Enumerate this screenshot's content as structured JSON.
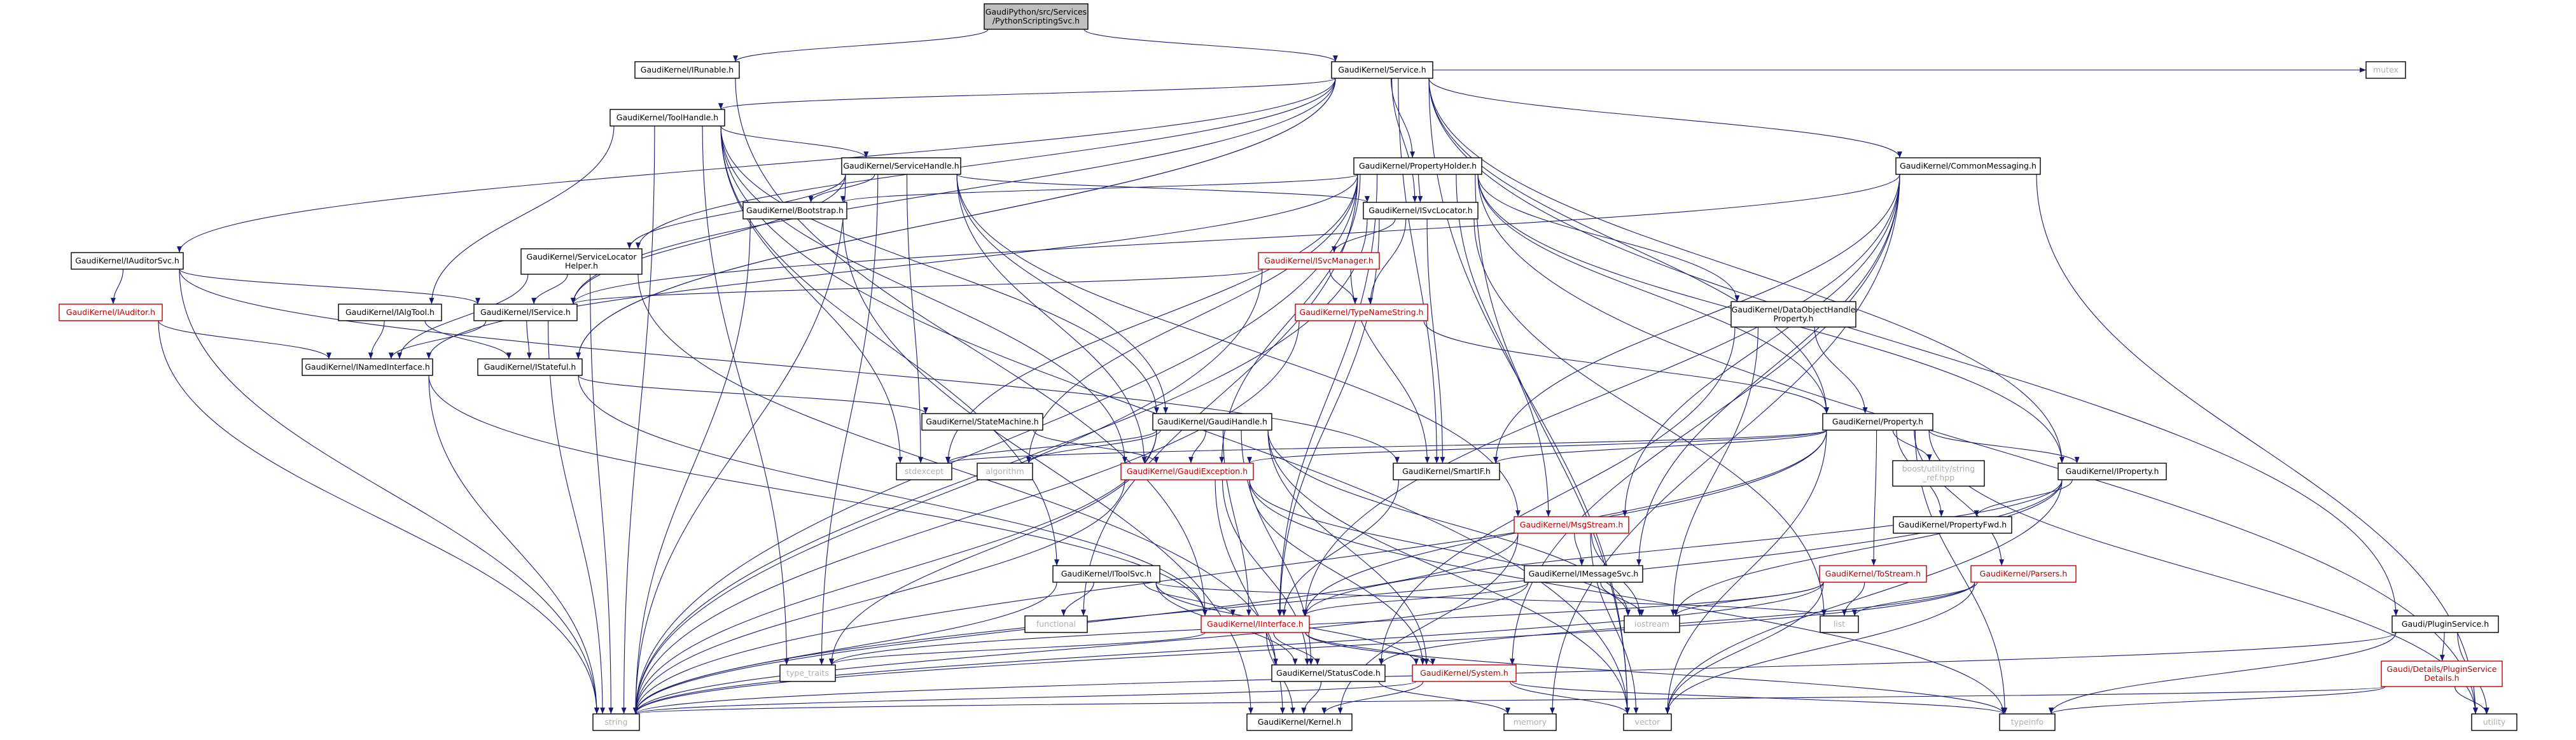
{
  "diagram": {
    "type": "include-dependency-graph",
    "colors": {
      "edge": "#191970",
      "node_fill": "#ffffff",
      "root_fill": "#bfbfbf",
      "border": "#000000",
      "partial_border": "#bf0000",
      "missing_border": "#d3d3d3",
      "missing_text": "#b0b0b0"
    },
    "nodes": [
      {
        "id": "root",
        "kind": "root",
        "lines": [
          "GaudiPython/src/Services",
          "/PythonScriptingSvc.h"
        ]
      },
      {
        "id": "irunable",
        "kind": "normal",
        "lines": [
          "GaudiKernel/IRunable.h"
        ]
      },
      {
        "id": "service",
        "kind": "normal",
        "lines": [
          "GaudiKernel/Service.h"
        ]
      },
      {
        "id": "mutex",
        "kind": "missing",
        "lines": [
          "mutex"
        ]
      },
      {
        "id": "toolhandle",
        "kind": "normal",
        "lines": [
          "GaudiKernel/ToolHandle.h"
        ]
      },
      {
        "id": "servicehandle",
        "kind": "normal",
        "lines": [
          "GaudiKernel/ServiceHandle.h"
        ]
      },
      {
        "id": "propertyholder",
        "kind": "normal",
        "lines": [
          "GaudiKernel/PropertyHolder.h"
        ]
      },
      {
        "id": "commonmessaging",
        "kind": "normal",
        "lines": [
          "GaudiKernel/CommonMessaging.h"
        ]
      },
      {
        "id": "bootstrap",
        "kind": "normal",
        "lines": [
          "GaudiKernel/Bootstrap.h"
        ]
      },
      {
        "id": "isvclocator",
        "kind": "normal",
        "lines": [
          "GaudiKernel/ISvcLocator.h"
        ]
      },
      {
        "id": "iauditorsvc",
        "kind": "normal",
        "lines": [
          "GaudiKernel/IAuditorSvc.h"
        ]
      },
      {
        "id": "servicelocatorhelper",
        "kind": "normal",
        "lines": [
          "GaudiKernel/ServiceLocator",
          "Helper.h"
        ]
      },
      {
        "id": "isvcmanager",
        "kind": "partial",
        "lines": [
          "GaudiKernel/ISvcManager.h"
        ]
      },
      {
        "id": "iauditor",
        "kind": "partial",
        "lines": [
          "GaudiKernel/IAuditor.h"
        ]
      },
      {
        "id": "ialgtool",
        "kind": "normal",
        "lines": [
          "GaudiKernel/IAlgTool.h"
        ]
      },
      {
        "id": "iservice",
        "kind": "normal",
        "lines": [
          "GaudiKernel/IService.h"
        ]
      },
      {
        "id": "typenamestring",
        "kind": "partial",
        "lines": [
          "GaudiKernel/TypeNameString.h"
        ]
      },
      {
        "id": "dataobjecthandleproperty",
        "kind": "normal",
        "lines": [
          "GaudiKernel/DataObjectHandle",
          "Property.h"
        ]
      },
      {
        "id": "inamedinterface",
        "kind": "normal",
        "lines": [
          "GaudiKernel/INamedInterface.h"
        ]
      },
      {
        "id": "istateful",
        "kind": "normal",
        "lines": [
          "GaudiKernel/IStateful.h"
        ]
      },
      {
        "id": "statemachine",
        "kind": "normal",
        "lines": [
          "GaudiKernel/StateMachine.h"
        ]
      },
      {
        "id": "gaudihandle",
        "kind": "normal",
        "lines": [
          "GaudiKernel/GaudiHandle.h"
        ]
      },
      {
        "id": "property",
        "kind": "normal",
        "lines": [
          "GaudiKernel/Property.h"
        ]
      },
      {
        "id": "stdexcept",
        "kind": "missing",
        "lines": [
          "stdexcept"
        ]
      },
      {
        "id": "algorithm",
        "kind": "missing",
        "lines": [
          "algorithm"
        ]
      },
      {
        "id": "gaudiexception",
        "kind": "partial",
        "lines": [
          "GaudiKernel/GaudiException.h"
        ]
      },
      {
        "id": "smartif",
        "kind": "normal",
        "lines": [
          "GaudiKernel/SmartIF.h"
        ]
      },
      {
        "id": "boostutility",
        "kind": "missing",
        "lines": [
          "boost/utility/string",
          "_ref.hpp"
        ]
      },
      {
        "id": "iproperty",
        "kind": "normal",
        "lines": [
          "GaudiKernel/IProperty.h"
        ]
      },
      {
        "id": "msgstream",
        "kind": "partial",
        "lines": [
          "GaudiKernel/MsgStream.h"
        ]
      },
      {
        "id": "propertyfwd",
        "kind": "normal",
        "lines": [
          "GaudiKernel/PropertyFwd.h"
        ]
      },
      {
        "id": "itoolsvc",
        "kind": "normal",
        "lines": [
          "GaudiKernel/IToolSvc.h"
        ]
      },
      {
        "id": "imessagesvc",
        "kind": "normal",
        "lines": [
          "GaudiKernel/IMessageSvc.h"
        ]
      },
      {
        "id": "tostream",
        "kind": "partial",
        "lines": [
          "GaudiKernel/ToStream.h"
        ]
      },
      {
        "id": "parsers",
        "kind": "partial",
        "lines": [
          "GaudiKernel/Parsers.h"
        ]
      },
      {
        "id": "functional",
        "kind": "missing",
        "lines": [
          "functional"
        ]
      },
      {
        "id": "iinterface",
        "kind": "partial",
        "lines": [
          "GaudiKernel/IInterface.h"
        ]
      },
      {
        "id": "iostream",
        "kind": "missing",
        "lines": [
          "iostream"
        ]
      },
      {
        "id": "list",
        "kind": "missing",
        "lines": [
          "list"
        ]
      },
      {
        "id": "pluginservice",
        "kind": "normal",
        "lines": [
          "Gaudi/PluginService.h"
        ]
      },
      {
        "id": "typetraits",
        "kind": "missing",
        "lines": [
          "type_traits"
        ]
      },
      {
        "id": "statuscode",
        "kind": "normal",
        "lines": [
          "GaudiKernel/StatusCode.h"
        ]
      },
      {
        "id": "system",
        "kind": "partial",
        "lines": [
          "GaudiKernel/System.h"
        ]
      },
      {
        "id": "pluginservicedetails",
        "kind": "partial",
        "lines": [
          "Gaudi/Details/PluginService",
          "Details.h"
        ]
      },
      {
        "id": "string",
        "kind": "missing",
        "lines": [
          "string"
        ]
      },
      {
        "id": "kernel",
        "kind": "normal",
        "lines": [
          "GaudiKernel/Kernel.h"
        ]
      },
      {
        "id": "memory",
        "kind": "missing",
        "lines": [
          "memory"
        ]
      },
      {
        "id": "vector",
        "kind": "missing",
        "lines": [
          "vector"
        ]
      },
      {
        "id": "typeinfo",
        "kind": "missing",
        "lines": [
          "typeinfo"
        ]
      },
      {
        "id": "utility",
        "kind": "missing",
        "lines": [
          "utility"
        ]
      }
    ],
    "edges": [
      [
        "root",
        "irunable"
      ],
      [
        "root",
        "service"
      ],
      [
        "irunable",
        "iinterface"
      ],
      [
        "service",
        "toolhandle"
      ],
      [
        "service",
        "propertyholder"
      ],
      [
        "service",
        "commonmessaging"
      ],
      [
        "service",
        "isvclocator"
      ],
      [
        "service",
        "iauditorsvc"
      ],
      [
        "service",
        "servicelocatorhelper"
      ],
      [
        "service",
        "iservice"
      ],
      [
        "service",
        "istateful"
      ],
      [
        "service",
        "property"
      ],
      [
        "service",
        "iproperty"
      ],
      [
        "service",
        "smartif"
      ],
      [
        "service",
        "mutex"
      ],
      [
        "service",
        "pluginservice"
      ],
      [
        "service",
        "vector"
      ],
      [
        "service",
        "istateful"
      ],
      [
        "toolhandle",
        "servicehandle"
      ],
      [
        "toolhandle",
        "ialgtool"
      ],
      [
        "toolhandle",
        "itoolsvc"
      ],
      [
        "toolhandle",
        "gaudihandle"
      ],
      [
        "toolhandle",
        "gaudiexception"
      ],
      [
        "toolhandle",
        "string"
      ],
      [
        "toolhandle",
        "stdexcept"
      ],
      [
        "toolhandle",
        "typetraits"
      ],
      [
        "toolhandle",
        "vector"
      ],
      [
        "servicehandle",
        "isvclocator"
      ],
      [
        "servicehandle",
        "servicelocatorhelper"
      ],
      [
        "servicehandle",
        "gaudihandle"
      ],
      [
        "servicehandle",
        "gaudiexception"
      ],
      [
        "servicehandle",
        "msgstream"
      ],
      [
        "servicehandle",
        "bootstrap"
      ],
      [
        "servicehandle",
        "iservice"
      ],
      [
        "servicehandle",
        "string"
      ],
      [
        "servicehandle",
        "stdexcept"
      ],
      [
        "servicehandle",
        "typetraits"
      ],
      [
        "propertyholder",
        "bootstrap"
      ],
      [
        "propertyholder",
        "isvclocator"
      ],
      [
        "propertyholder",
        "dataobjecthandleproperty"
      ],
      [
        "propertyholder",
        "property"
      ],
      [
        "propertyholder",
        "iproperty"
      ],
      [
        "propertyholder",
        "gaudiexception"
      ],
      [
        "propertyholder",
        "msgstream"
      ],
      [
        "propertyholder",
        "iinterface"
      ],
      [
        "propertyholder",
        "inamedinterface"
      ],
      [
        "propertyholder",
        "algorithm"
      ],
      [
        "propertyholder",
        "functional"
      ],
      [
        "propertyholder",
        "stdexcept"
      ],
      [
        "propertyholder",
        "string"
      ],
      [
        "propertyholder",
        "utility"
      ],
      [
        "propertyholder",
        "vector"
      ],
      [
        "commonmessaging",
        "imessagesvc"
      ],
      [
        "commonmessaging",
        "msgstream"
      ],
      [
        "commonmessaging",
        "iinterface"
      ],
      [
        "commonmessaging",
        "smartif"
      ],
      [
        "commonmessaging",
        "system"
      ],
      [
        "commonmessaging",
        "utility"
      ],
      [
        "commonmessaging",
        "iservice"
      ],
      [
        "commonmessaging",
        "memory"
      ],
      [
        "bootstrap",
        "string"
      ],
      [
        "bootstrap",
        "kernel"
      ],
      [
        "isvclocator",
        "isvcmanager"
      ],
      [
        "isvclocator",
        "typenamestring"
      ],
      [
        "isvclocator",
        "smartif"
      ],
      [
        "isvclocator",
        "iinterface"
      ],
      [
        "isvclocator",
        "list"
      ],
      [
        "isvclocator",
        "string"
      ],
      [
        "iauditorsvc",
        "iauditor"
      ],
      [
        "iauditorsvc",
        "iservice"
      ],
      [
        "iauditorsvc",
        "string"
      ],
      [
        "iauditorsvc",
        "smartif"
      ],
      [
        "servicelocatorhelper",
        "iservice"
      ],
      [
        "servicelocatorhelper",
        "inamedinterface"
      ],
      [
        "servicelocatorhelper",
        "string"
      ],
      [
        "servicelocatorhelper",
        "statuscode"
      ],
      [
        "isvcmanager",
        "iservice"
      ],
      [
        "isvcmanager",
        "typenamestring"
      ],
      [
        "isvcmanager",
        "smartif"
      ],
      [
        "isvcmanager",
        "string"
      ],
      [
        "iauditor",
        "inamedinterface"
      ],
      [
        "iauditor",
        "string"
      ],
      [
        "ialgtool",
        "inamedinterface"
      ],
      [
        "ialgtool",
        "istateful"
      ],
      [
        "iservice",
        "inamedinterface"
      ],
      [
        "iservice",
        "istateful"
      ],
      [
        "iservice",
        "string"
      ],
      [
        "typenamestring",
        "property"
      ],
      [
        "typenamestring",
        "string"
      ],
      [
        "dataobjecthandleproperty",
        "property"
      ],
      [
        "dataobjecthandleproperty",
        "iostream"
      ],
      [
        "dataobjecthandleproperty",
        "statuscode"
      ],
      [
        "inamedinterface",
        "iinterface"
      ],
      [
        "inamedinterface",
        "string"
      ],
      [
        "istateful",
        "iinterface"
      ],
      [
        "istateful",
        "statemachine"
      ],
      [
        "statemachine",
        "gaudiexception"
      ],
      [
        "gaudihandle",
        "gaudiexception"
      ],
      [
        "gaudihandle",
        "iinterface"
      ],
      [
        "gaudihandle",
        "system"
      ],
      [
        "gaudihandle",
        "statuscode"
      ],
      [
        "gaudihandle",
        "algorithm"
      ],
      [
        "gaudihandle",
        "iostream"
      ],
      [
        "gaudihandle",
        "stdexcept"
      ],
      [
        "gaudihandle",
        "string"
      ],
      [
        "gaudihandle",
        "vector"
      ],
      [
        "gaudihandle",
        "typetraits"
      ],
      [
        "property",
        "gaudiexception"
      ],
      [
        "property",
        "smartif"
      ],
      [
        "property",
        "iproperty"
      ],
      [
        "property",
        "propertyfwd"
      ],
      [
        "property",
        "tostream"
      ],
      [
        "property",
        "parsers"
      ],
      [
        "property",
        "boostutility"
      ],
      [
        "property",
        "stdexcept"
      ],
      [
        "property",
        "string"
      ],
      [
        "property",
        "typeinfo"
      ],
      [
        "property",
        "utility"
      ],
      [
        "property",
        "vector"
      ],
      [
        "property",
        "iinterface"
      ],
      [
        "gaudiexception",
        "system"
      ],
      [
        "gaudiexception",
        "statuscode"
      ],
      [
        "gaudiexception",
        "kernel"
      ],
      [
        "gaudiexception",
        "string"
      ],
      [
        "gaudiexception",
        "iostream"
      ],
      [
        "gaudiexception",
        "typeinfo"
      ],
      [
        "smartif",
        "iinterface"
      ],
      [
        "iproperty",
        "propertyfwd"
      ],
      [
        "iproperty",
        "iinterface"
      ],
      [
        "iproperty",
        "string"
      ],
      [
        "iproperty",
        "vector"
      ],
      [
        "iproperty",
        "iostream"
      ],
      [
        "msgstream",
        "imessagesvc"
      ],
      [
        "msgstream",
        "kernel"
      ],
      [
        "msgstream",
        "string"
      ],
      [
        "msgstream",
        "vector"
      ],
      [
        "msgstream",
        "iostream"
      ],
      [
        "itoolsvc",
        "iinterface"
      ],
      [
        "itoolsvc",
        "statuscode"
      ],
      [
        "itoolsvc",
        "system"
      ],
      [
        "itoolsvc",
        "functional"
      ],
      [
        "itoolsvc",
        "list"
      ],
      [
        "itoolsvc",
        "string"
      ],
      [
        "imessagesvc",
        "iinterface"
      ],
      [
        "imessagesvc",
        "iostream"
      ],
      [
        "imessagesvc",
        "string"
      ],
      [
        "tostream",
        "iostream"
      ],
      [
        "tostream",
        "list"
      ],
      [
        "tostream",
        "string"
      ],
      [
        "tostream",
        "vector"
      ],
      [
        "tostream",
        "typetraits"
      ],
      [
        "parsers",
        "list"
      ],
      [
        "parsers",
        "string"
      ],
      [
        "parsers",
        "vector"
      ],
      [
        "parsers",
        "statuscode"
      ],
      [
        "iinterface",
        "statuscode"
      ],
      [
        "iinterface",
        "system"
      ],
      [
        "iinterface",
        "kernel"
      ],
      [
        "iinterface",
        "typeinfo"
      ],
      [
        "iinterface",
        "typetraits"
      ],
      [
        "pluginservice",
        "pluginservicedetails"
      ],
      [
        "pluginservice",
        "string"
      ],
      [
        "pluginservice",
        "typeinfo"
      ],
      [
        "pluginservice",
        "utility"
      ],
      [
        "pluginservicedetails",
        "string"
      ],
      [
        "pluginservicedetails",
        "typeinfo"
      ],
      [
        "pluginservicedetails",
        "utility"
      ],
      [
        "statuscode",
        "kernel"
      ],
      [
        "statuscode",
        "memory"
      ],
      [
        "system",
        "kernel"
      ],
      [
        "system",
        "string"
      ],
      [
        "system",
        "typeinfo"
      ],
      [
        "system",
        "vector"
      ]
    ]
  }
}
